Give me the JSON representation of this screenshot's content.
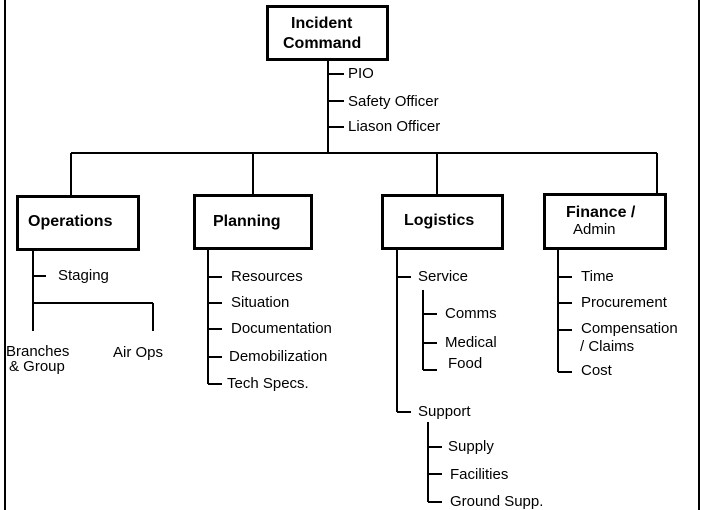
{
  "command": {
    "line1": "Incident",
    "line2": "Command",
    "staff": [
      "PIO",
      "Safety Officer",
      "Liason Officer"
    ]
  },
  "sections": {
    "operations": {
      "title": "Operations",
      "staging": "Staging",
      "branches_line1": "Branches",
      "branches_line2": "& Group",
      "air_ops": "Air Ops"
    },
    "planning": {
      "title": "Planning",
      "units": [
        "Resources",
        "Situation",
        "Documentation",
        "Demobilization",
        "Tech Specs."
      ]
    },
    "logistics": {
      "title": "Logistics",
      "service": "Service",
      "service_units": {
        "comms": "Comms",
        "medical": "Medical",
        "food": "Food"
      },
      "support": "Support",
      "support_units": [
        "Supply",
        "Facilities",
        "Ground Supp."
      ]
    },
    "finance": {
      "title_line1": "Finance /",
      "title_line2": "Admin",
      "units": {
        "time": "Time",
        "procurement": "Procurement",
        "comp1": "Compensation",
        "comp2": "/ Claims",
        "cost": "Cost"
      }
    }
  }
}
